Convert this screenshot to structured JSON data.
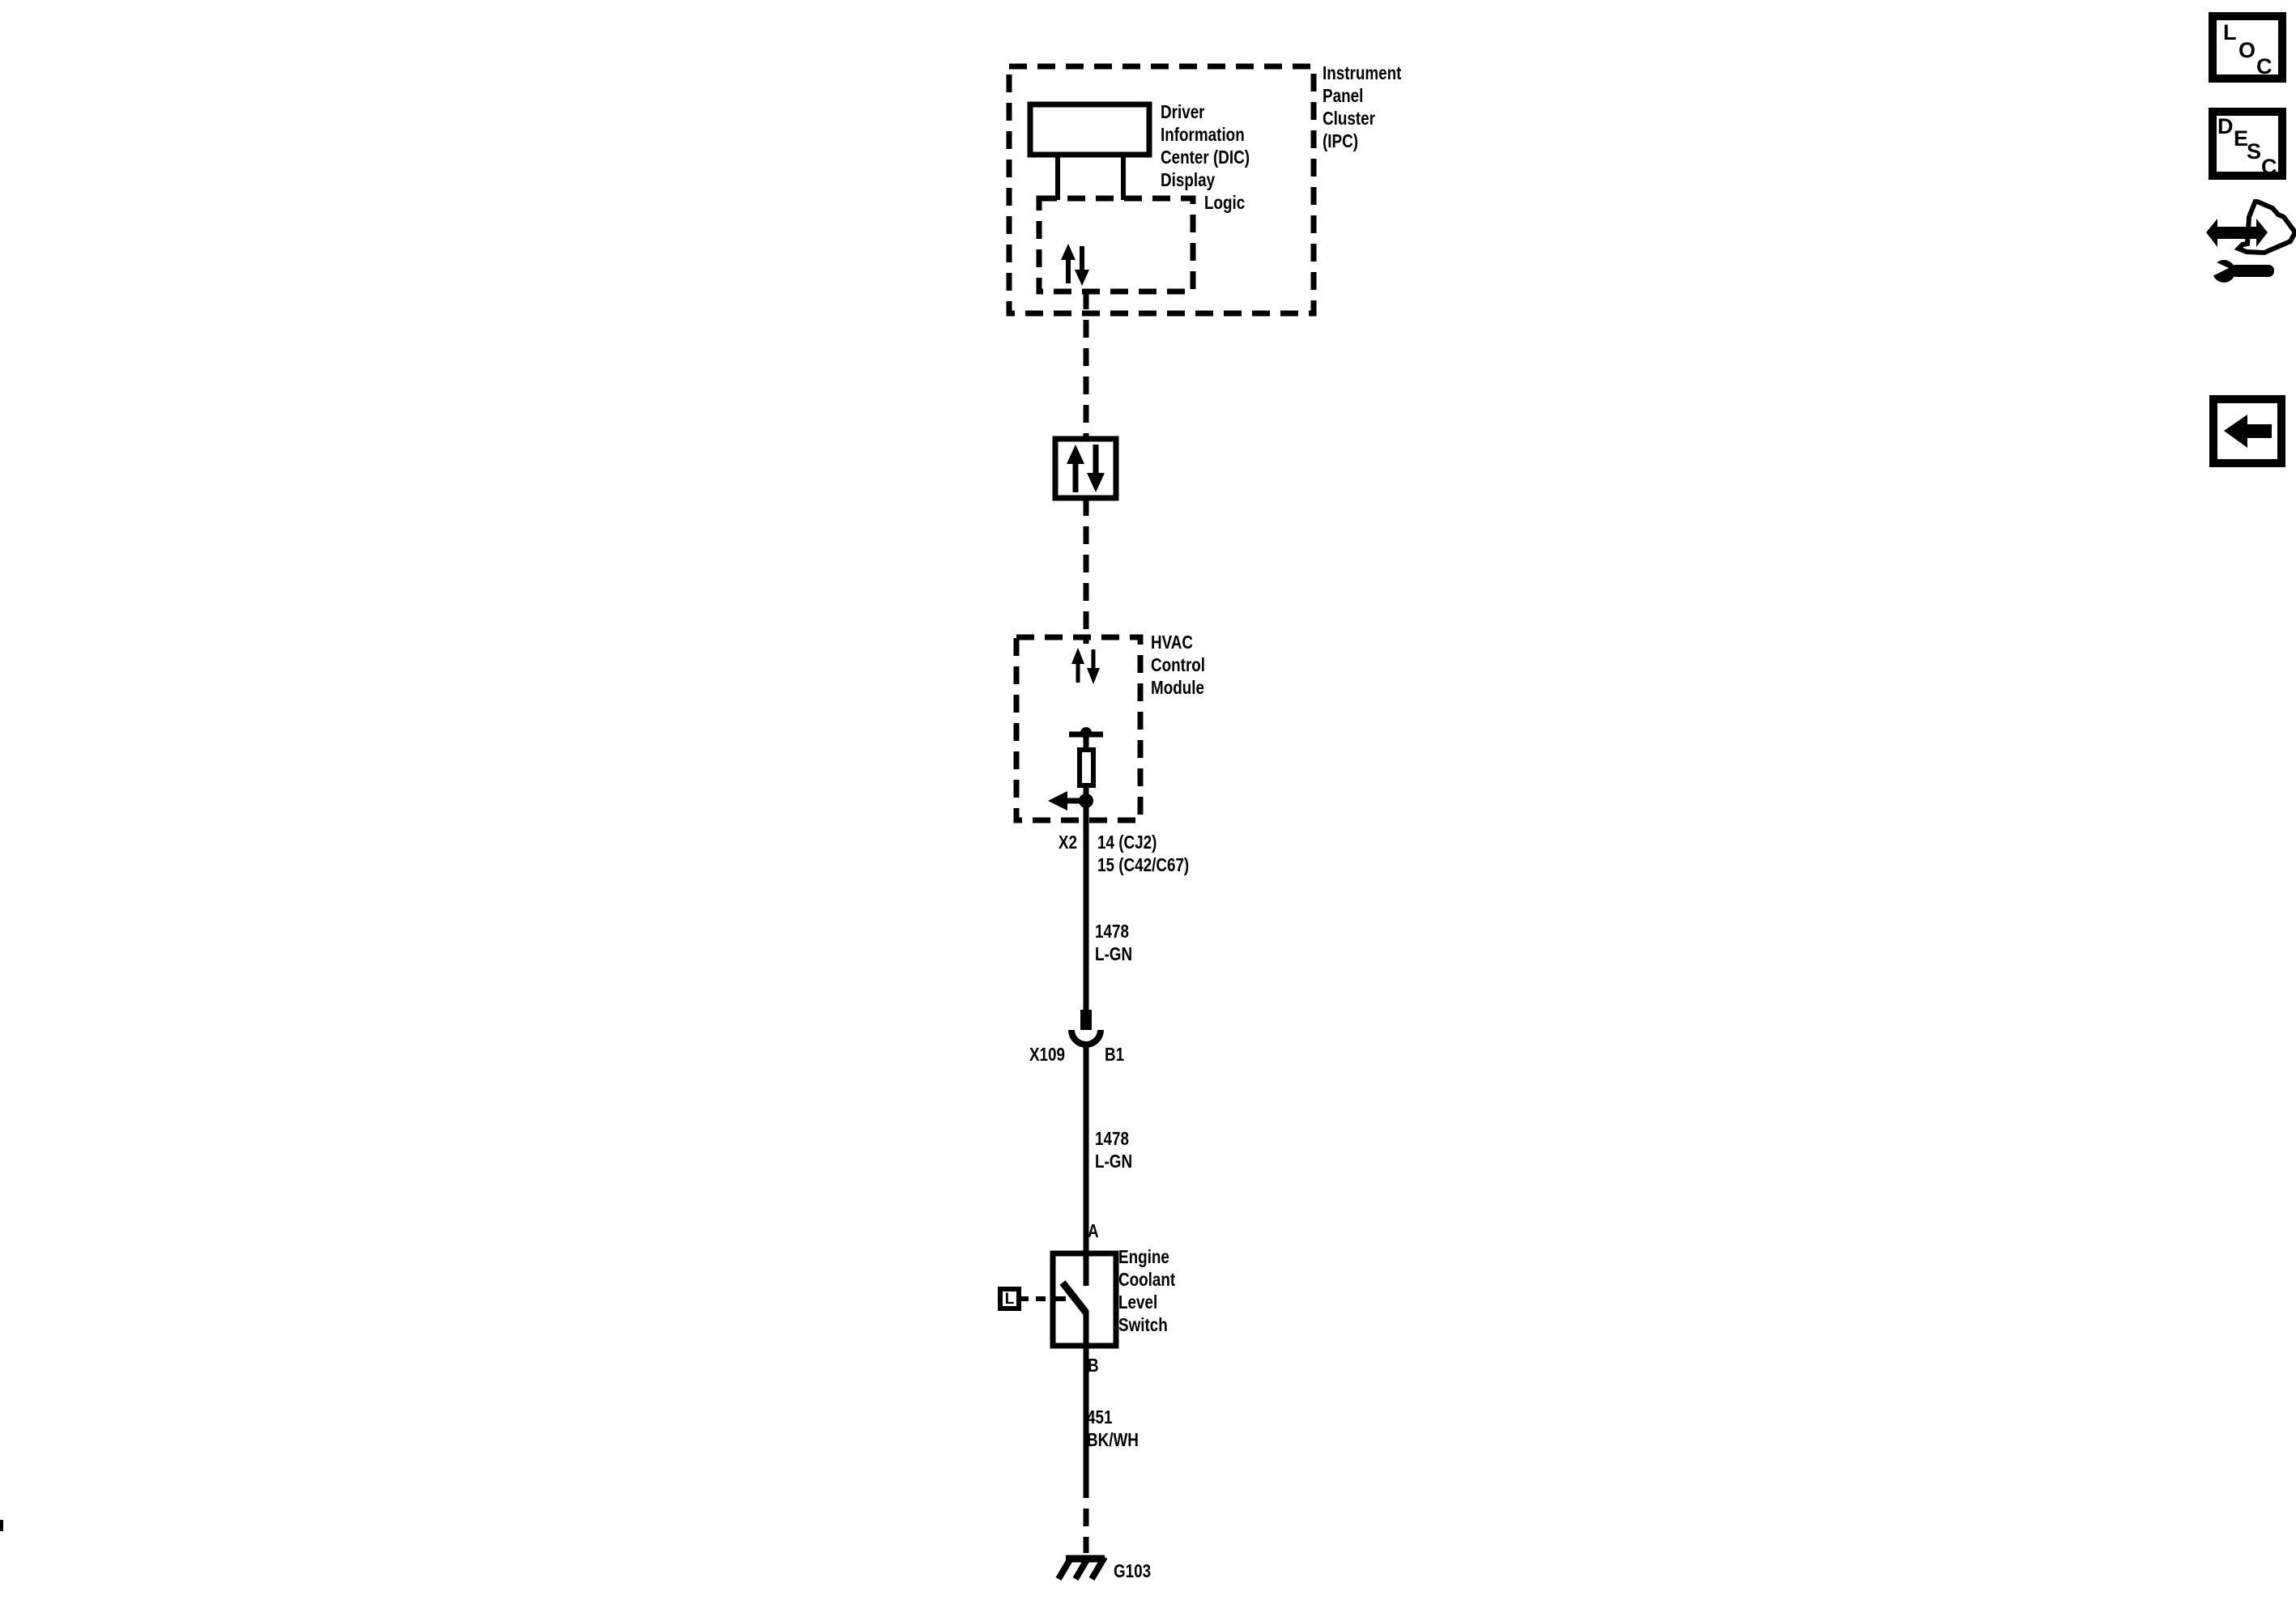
{
  "colors": {
    "ink": "#000000",
    "paper": "#ffffff"
  },
  "diagram": {
    "ipc_label": "Instrument\nPanel\nCluster\n(IPC)",
    "dic_label": "Driver\nInformation\nCenter (DIC)\nDisplay",
    "logic_label": "Logic",
    "hvac_label": "HVAC\nControl\nModule",
    "x2_connector": "X2",
    "x2_pins": "14 (CJ2)\n15 (C42/C67)",
    "wire_upper": "1478\nL-GN",
    "x109_connector": "X109",
    "x109_pin": "B1",
    "wire_lower": "1478\nL-GN",
    "terminal_a": "A",
    "terminal_b": "B",
    "switch_label": "Engine\nCoolant\nLevel\nSwitch",
    "level_symbol": "L",
    "ground_wire": "451\nBK/WH",
    "ground_label": "G103"
  },
  "toolbar": {
    "loc": [
      "L",
      "O",
      "C"
    ],
    "desc": [
      "D",
      "E",
      "S",
      "C"
    ]
  }
}
